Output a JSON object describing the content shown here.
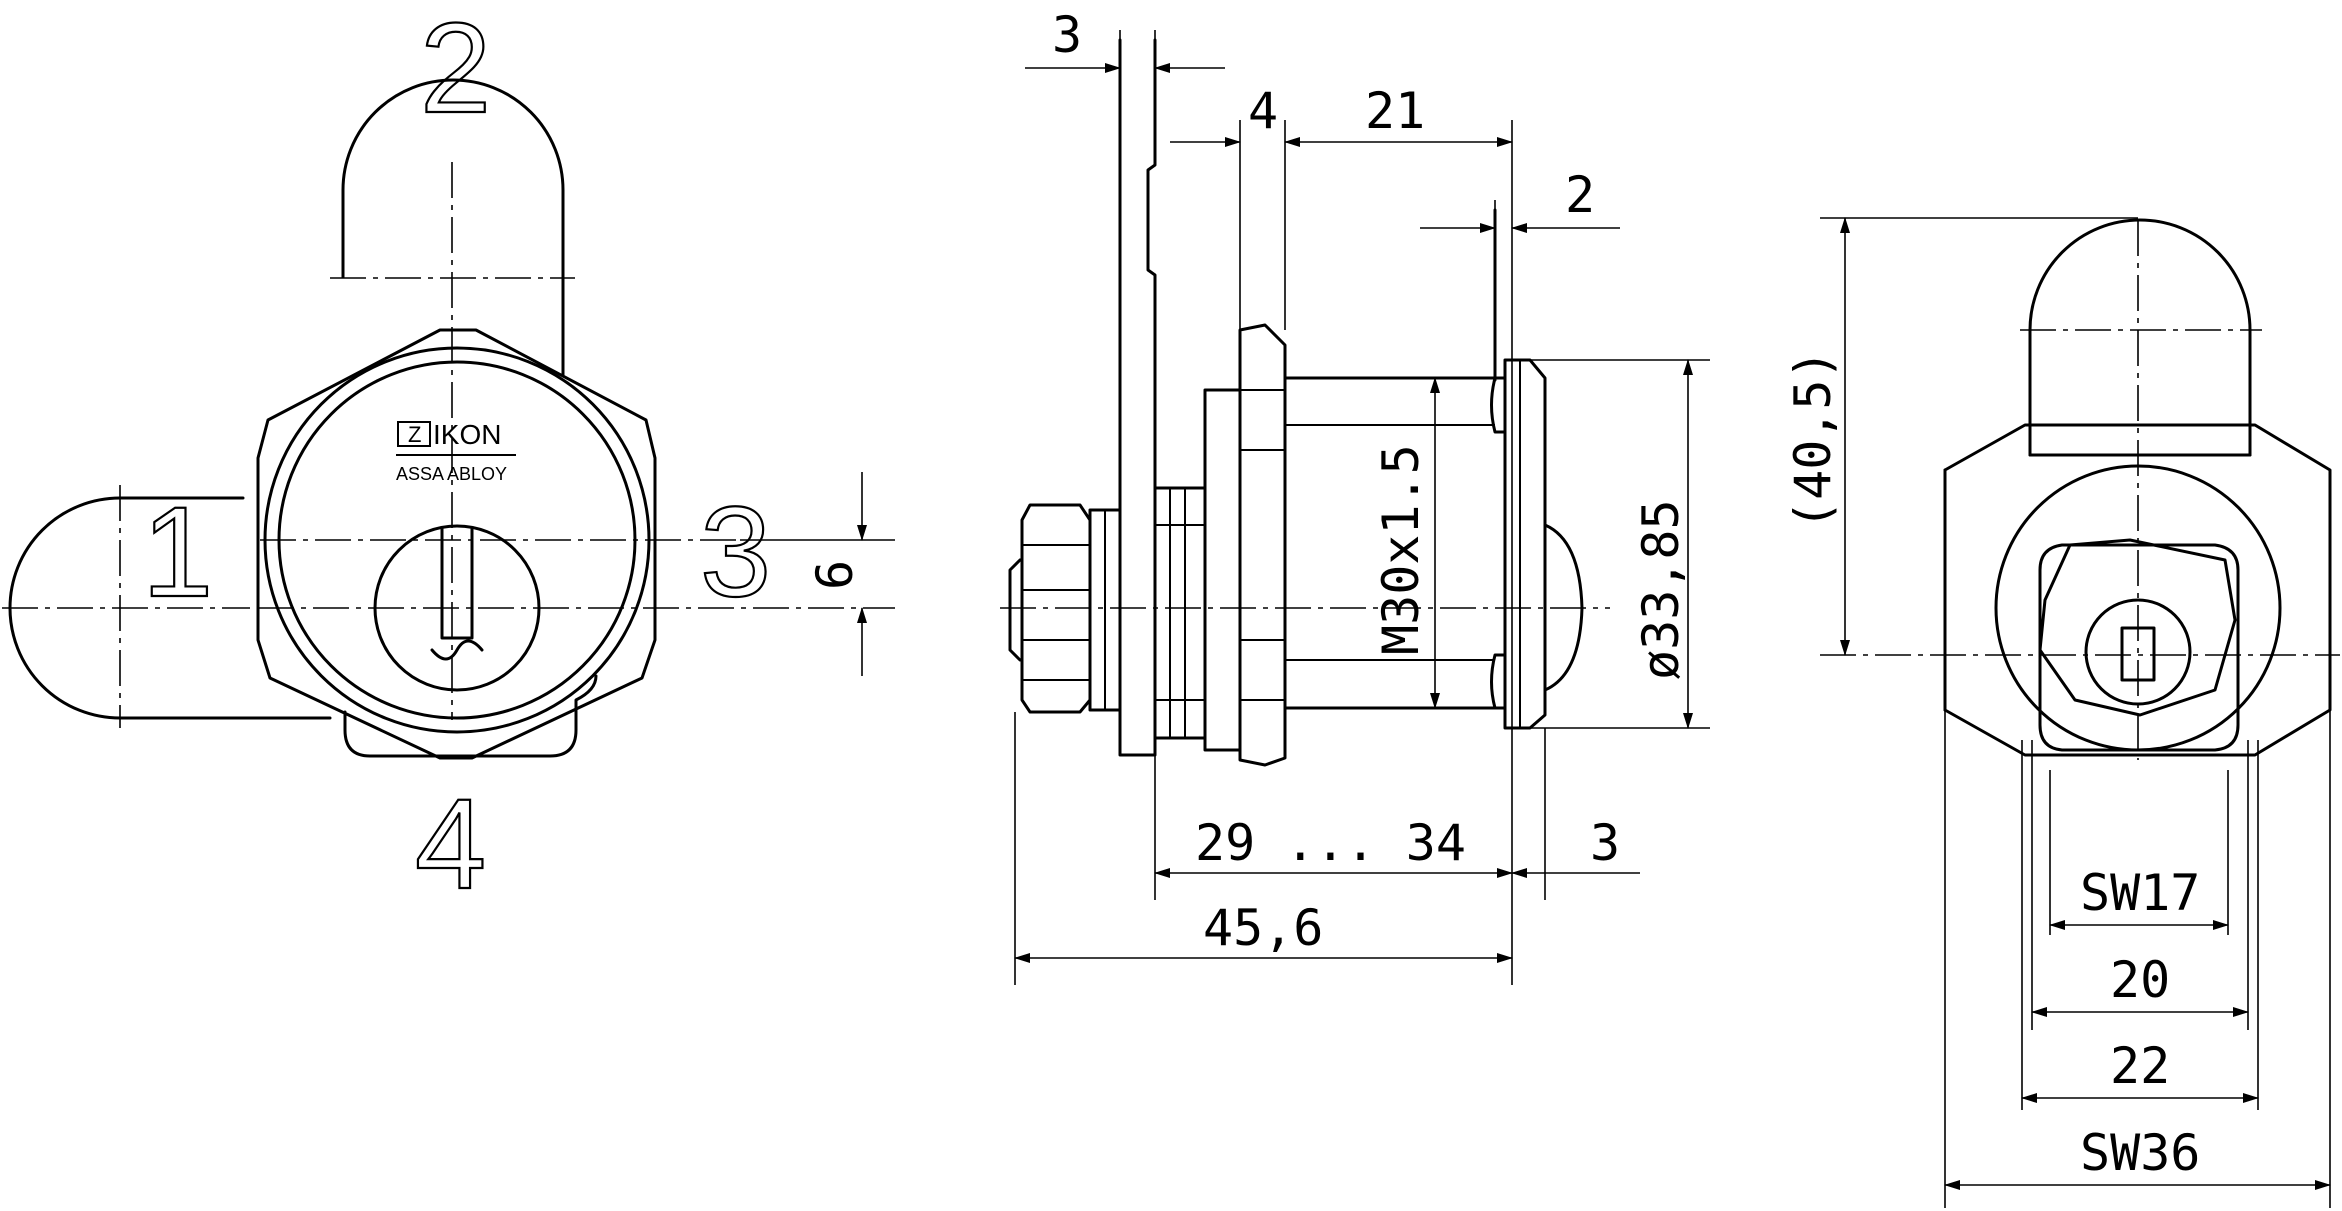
{
  "positions": {
    "top": "2",
    "left": "1",
    "right": "3",
    "bottom": "4"
  },
  "logo": {
    "brand": "IKON",
    "mark": "Z",
    "sub": "ASSA ABLOY"
  },
  "dims": {
    "offset_6": "6",
    "flange_3": "3",
    "nut_4": "4",
    "body_21": "21",
    "lip_2": "2",
    "thread": "M30x1.5",
    "diameter": "ø33,85",
    "range": "29 ... 34",
    "front_3": "3",
    "overall": "45,6",
    "cam_height": "(40,5)",
    "sw17": "SW17",
    "w20": "20",
    "w22": "22",
    "sw36": "SW36"
  }
}
